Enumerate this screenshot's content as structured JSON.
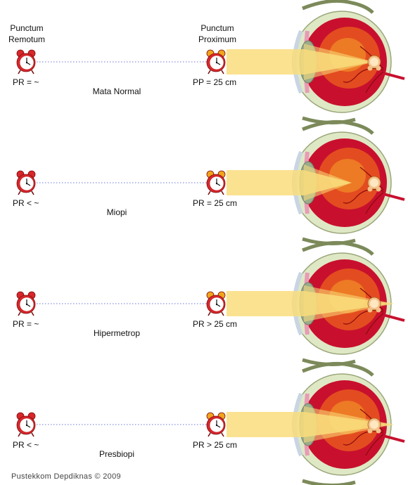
{
  "headers": {
    "far_point": [
      "Punctum",
      "Remotum"
    ],
    "near_point": [
      "Punctum",
      "Proximum"
    ]
  },
  "panels": [
    {
      "title": "Mata Normal",
      "pr": "PR = ~",
      "pp": "PP = 25 cm"
    },
    {
      "title": "Miopi",
      "pr": "PR < ~",
      "pp": "PR = 25 cm"
    },
    {
      "title": "Hipermetrop",
      "pr": "PR = ~",
      "pp": "PR > 25 cm"
    },
    {
      "title": "Presbiopi",
      "pr": "PR < ~",
      "pp": "PR > 25 cm"
    }
  ],
  "credit": "Pustekkom Depdiknas © 2009",
  "colors": {
    "clock": "#d9262b",
    "clock_near_bell": "#f3a31a",
    "beam": "#f9dd7c",
    "dotted_line": "#6b76d6",
    "eye_red": "#c8102e",
    "sclera": "#dfe8c4",
    "lens": "#9aab8a",
    "retina_image": "#f2c28a"
  }
}
